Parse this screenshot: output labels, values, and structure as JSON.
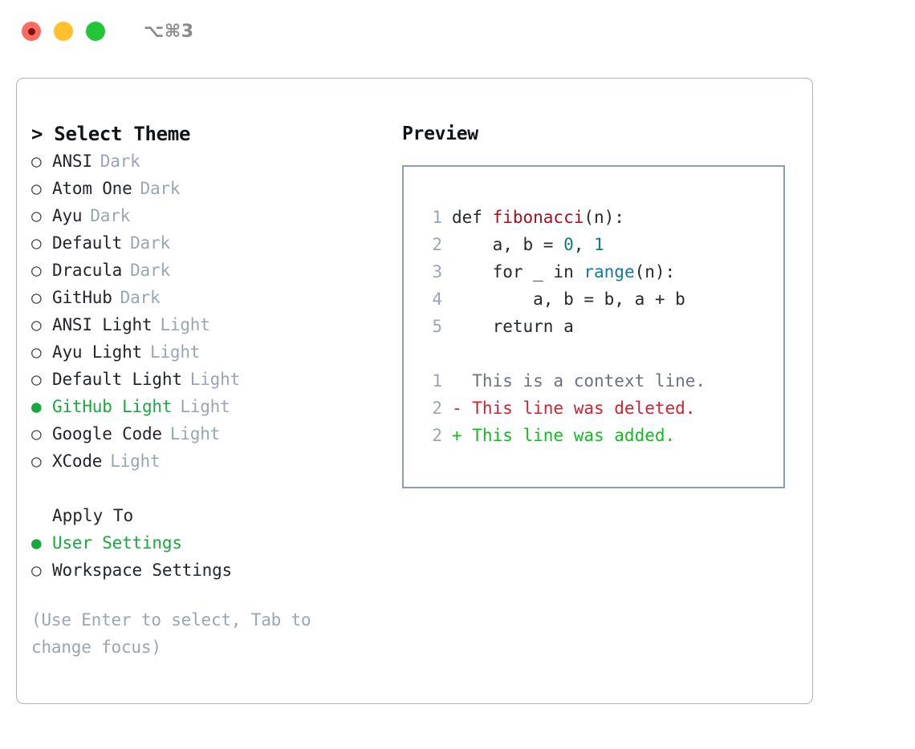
{
  "titlebar": {
    "shortcut": "⌥⌘3",
    "lights": [
      {
        "name": "close-button",
        "color": "#ff6b61"
      },
      {
        "name": "minimize-button",
        "color": "#ffc02e"
      },
      {
        "name": "maximize-button",
        "color": "#23c637"
      }
    ]
  },
  "left": {
    "heading": "> Select Theme",
    "themes": [
      {
        "bullet": "○",
        "label": "ANSI",
        "tag": "Dark",
        "selected": false
      },
      {
        "bullet": "○",
        "label": "Atom One",
        "tag": "Dark",
        "selected": false
      },
      {
        "bullet": "○",
        "label": "Ayu",
        "tag": "Dark",
        "selected": false
      },
      {
        "bullet": "○",
        "label": "Default",
        "tag": "Dark",
        "selected": false
      },
      {
        "bullet": "○",
        "label": "Dracula",
        "tag": "Dark",
        "selected": false
      },
      {
        "bullet": "○",
        "label": "GitHub",
        "tag": "Dark",
        "selected": false
      },
      {
        "bullet": "○",
        "label": "ANSI Light",
        "tag": "Light",
        "selected": false
      },
      {
        "bullet": "○",
        "label": "Ayu Light",
        "tag": "Light",
        "selected": false
      },
      {
        "bullet": "○",
        "label": "Default Light",
        "tag": "Light",
        "selected": false
      },
      {
        "bullet": "●",
        "label": "GitHub Light",
        "tag": "Light",
        "selected": true
      },
      {
        "bullet": "○",
        "label": "Google Code",
        "tag": "Light",
        "selected": false
      },
      {
        "bullet": "○",
        "label": "XCode",
        "tag": "Light",
        "selected": false
      }
    ],
    "apply_to": {
      "heading": "Apply To",
      "options": [
        {
          "bullet": "●",
          "label": "User Settings",
          "selected": true
        },
        {
          "bullet": "○",
          "label": "Workspace Settings",
          "selected": false
        }
      ]
    },
    "hint": "(Use Enter to select, Tab to change focus)"
  },
  "preview": {
    "title": "Preview",
    "code_lines": [
      {
        "no": "1",
        "tokens": [
          {
            "t": "def ",
            "c": "plain"
          },
          {
            "t": "fibonacci",
            "c": "fn"
          },
          {
            "t": "(n):",
            "c": "plain"
          }
        ]
      },
      {
        "no": "2",
        "tokens": [
          {
            "t": "    a, b = ",
            "c": "plain"
          },
          {
            "t": "0",
            "c": "num"
          },
          {
            "t": ", ",
            "c": "plain"
          },
          {
            "t": "1",
            "c": "num"
          }
        ]
      },
      {
        "no": "3",
        "tokens": [
          {
            "t": "    for _ in ",
            "c": "plain"
          },
          {
            "t": "range",
            "c": "builtin"
          },
          {
            "t": "(n):",
            "c": "plain"
          }
        ]
      },
      {
        "no": "4",
        "tokens": [
          {
            "t": "        a, b = b, a + b",
            "c": "plain"
          }
        ]
      },
      {
        "no": "5",
        "tokens": [
          {
            "t": "    return a",
            "c": "plain"
          }
        ]
      }
    ],
    "diff_lines": [
      {
        "no": "1",
        "tokens": [
          {
            "t": "  This is a context line.",
            "c": "ctx"
          }
        ]
      },
      {
        "no": "2",
        "tokens": [
          {
            "t": "- This line was deleted.",
            "c": "del"
          }
        ]
      },
      {
        "no": "2",
        "tokens": [
          {
            "t": "+ This line was added.",
            "c": "add"
          }
        ]
      }
    ]
  },
  "colors": {
    "accent_green": "#18a83f",
    "muted": "#9aa5b4",
    "panel_border": "#abb3c0",
    "preview_border": "#8f9bb0",
    "fn_red": "#a3121a",
    "num_teal": "#0b7e78",
    "builtin_blue": "#1179a8",
    "diff_del": "#cb2431",
    "diff_add": "#11bb22"
  }
}
